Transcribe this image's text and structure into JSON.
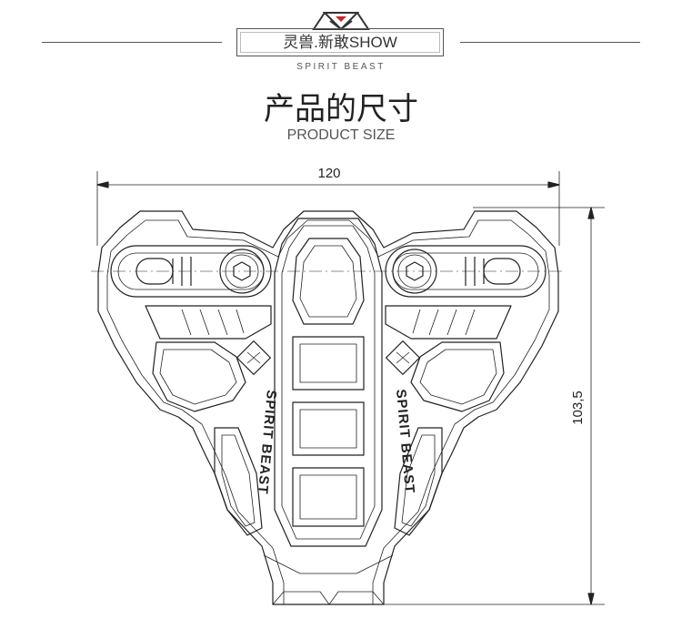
{
  "header": {
    "brand_title": "灵兽.新敢SHOW",
    "brand_sub": "SPIRIT BEAST"
  },
  "section": {
    "title": "产品的尺寸",
    "subtitle": "PRODUCT SIZE"
  },
  "dimensions": {
    "width_label": "120",
    "height_label": "103,5"
  },
  "part_labels": {
    "left_engraving": "SPIRIT BEAST",
    "right_engraving": "SPIRIT BEAST"
  },
  "icons": {
    "logo": "spirit-beast-logo-icon"
  }
}
